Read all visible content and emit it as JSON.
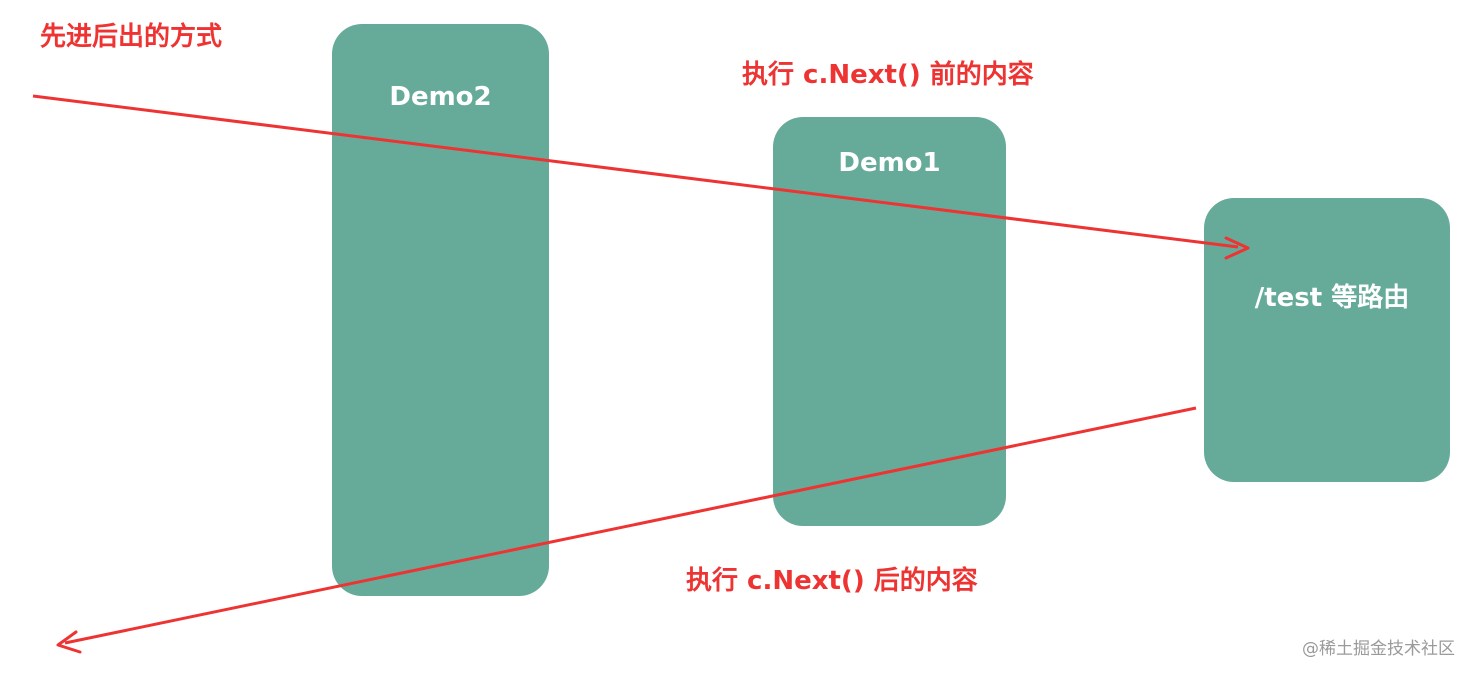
{
  "labels": {
    "lifo": "先进后出的方式",
    "before_next": "执行 c.Next() 前的内容",
    "after_next": "执行 c.Next() 后的内容"
  },
  "blocks": {
    "demo2": "Demo2",
    "demo1": "Demo1",
    "route": "/test 等路由"
  },
  "watermark": "@稀土掘金技术社区",
  "colors": {
    "block_fill": "#66aa99",
    "arrow": "#ee3333",
    "label_text": "#ee3333",
    "block_text": "#ffffff"
  }
}
